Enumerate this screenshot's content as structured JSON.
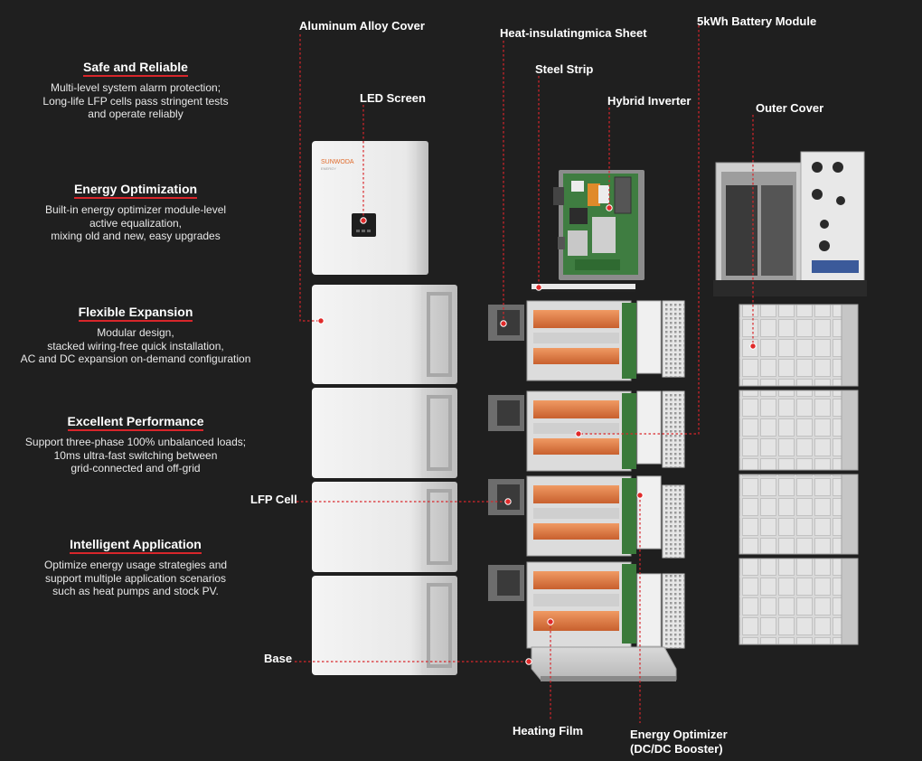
{
  "features": [
    {
      "title": "Safe and Reliable",
      "text": "Multi-level system alarm protection;\nLong-life LFP cells pass stringent tests\nand operate reliably"
    },
    {
      "title": "Energy Optimization",
      "text": "Built-in energy optimizer module-level\nactive equalization,\nmixing old and new, easy upgrades"
    },
    {
      "title": "Flexible Expansion",
      "text": "Modular design,\nstacked wiring-free quick installation,\nAC and DC expansion on-demand configuration"
    },
    {
      "title": "Excellent Performance",
      "text": "Support three-phase 100% unbalanced loads;\n10ms ultra-fast switching between\ngrid-connected and off-grid"
    },
    {
      "title": "Intelligent Application",
      "text": "Optimize energy usage strategies and\nsupport multiple application scenarios\nsuch as heat pumps and stock PV."
    }
  ],
  "callouts": {
    "aluminum_cover": "Aluminum Alloy Cover",
    "led_screen": "LED Screen",
    "mica_sheet": "Heat-insulatingmica Sheet",
    "steel_strip": "Steel Strip",
    "hybrid_inverter": "Hybrid Inverter",
    "battery_module": "5kWh Battery Module",
    "outer_cover": "Outer Cover",
    "lfp_cell": "LFP Cell",
    "base": "Base",
    "heating_film": "Heating Film",
    "energy_optimizer": "Energy Optimizer\n(DC/DC Booster)"
  },
  "brand": "SUNWODA",
  "brand_sub": "ENERGY",
  "colors": {
    "accent": "#d9262b",
    "background": "#1f1f1f",
    "cell_orange": "#e07a45",
    "pcb_green": "#3a7a3a"
  }
}
